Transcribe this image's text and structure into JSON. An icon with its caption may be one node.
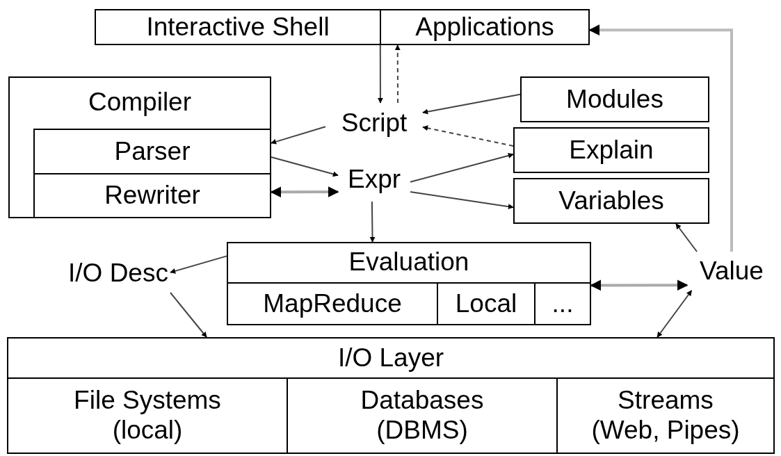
{
  "diagram": {
    "nodes": [
      {
        "text": [],
        "shape": "box"
      },
      {
        "text": [
          "Interactive Shell"
        ],
        "in": 0
      },
      {
        "text": [
          "Applications"
        ],
        "in": 0
      },
      {
        "text": [
          "Compiler"
        ]
      },
      {
        "text": [
          "Parser"
        ],
        "in": 3
      },
      {
        "text": [
          "Rewriter"
        ],
        "in": 3
      },
      {
        "text": [
          "Script"
        ]
      },
      {
        "text": [
          "Expr"
        ]
      },
      {
        "text": [
          "Modules"
        ]
      },
      {
        "text": [
          "Explain"
        ]
      },
      {
        "text": [
          "Variables"
        ]
      },
      {
        "text": [
          "I/O Desc"
        ]
      },
      {
        "text": [
          "Evaluation"
        ]
      },
      {
        "text": [
          "MapReduce"
        ],
        "in": 12
      },
      {
        "text": [
          "Local"
        ],
        "in": 12
      },
      {
        "text": [
          "..."
        ],
        "in": 12
      },
      {
        "text": [
          "Value"
        ]
      },
      {
        "text": [
          "I/O Layer"
        ]
      },
      {
        "text": [
          "File Systems",
          "(local)"
        ],
        "in": 17
      },
      {
        "text": [
          "Databases",
          "(DBMS)"
        ],
        "in": 17
      },
      {
        "text": [
          "Streams",
          "(Web, Pipes)"
        ],
        "in": 17
      }
    ],
    "edges": [
      {
        "from": 0,
        "to": 6,
        "arrow": "to"
      },
      {
        "from": 6,
        "to": 0,
        "arrow": "to",
        "style": "dashed"
      },
      {
        "from": 8,
        "to": 6,
        "arrow": "to"
      },
      {
        "from": 9,
        "to": 6,
        "arrow": "to",
        "style": "dashed"
      },
      {
        "from": 6,
        "to": 3,
        "arrow": "to"
      },
      {
        "from": 4,
        "to": 7,
        "arrow": "to"
      },
      {
        "from": 5,
        "to": 7,
        "arrow": "both",
        "style": "thick",
        "color": "#aaaaaa"
      },
      {
        "from": 7,
        "to": 9,
        "arrow": "to"
      },
      {
        "from": 7,
        "to": 10,
        "arrow": "to"
      },
      {
        "from": 7,
        "to": 12,
        "arrow": "to"
      },
      {
        "from": 12,
        "to": 11,
        "arrow": "to"
      },
      {
        "from": 11,
        "to": 17,
        "arrow": "to"
      },
      {
        "from": 12,
        "to": 16,
        "arrow": "both",
        "style": "thick",
        "color": "#aaaaaa"
      },
      {
        "from": 16,
        "to": 10,
        "arrow": "to"
      },
      {
        "from": 16,
        "to": 17,
        "arrow": "both"
      },
      {
        "from": 16,
        "to": 2,
        "arrow": "to",
        "style": "thick",
        "color": "#bbbbbb"
      }
    ]
  }
}
